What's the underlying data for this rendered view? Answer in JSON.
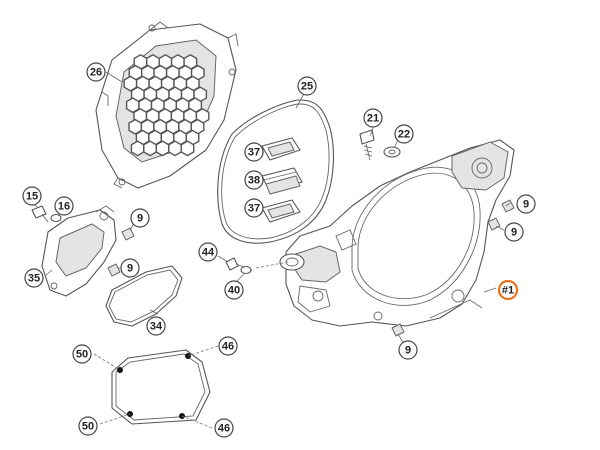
{
  "accent_color": "#e8731c",
  "callouts": [
    {
      "id": "c26",
      "label": "26"
    },
    {
      "id": "c25",
      "label": "25"
    },
    {
      "id": "c21",
      "label": "21"
    },
    {
      "id": "c22",
      "label": "22"
    },
    {
      "id": "c37a",
      "label": "37"
    },
    {
      "id": "c38",
      "label": "38"
    },
    {
      "id": "c37b",
      "label": "37"
    },
    {
      "id": "c15",
      "label": "15"
    },
    {
      "id": "c16",
      "label": "16"
    },
    {
      "id": "c9a",
      "label": "9"
    },
    {
      "id": "c9b",
      "label": "9"
    },
    {
      "id": "c9c",
      "label": "9"
    },
    {
      "id": "c9d",
      "label": "9"
    },
    {
      "id": "c9e",
      "label": "9"
    },
    {
      "id": "c35",
      "label": "35"
    },
    {
      "id": "c44",
      "label": "44"
    },
    {
      "id": "c40",
      "label": "40"
    },
    {
      "id": "c34",
      "label": "34"
    },
    {
      "id": "c1",
      "label": "#1",
      "highlight": true
    },
    {
      "id": "c50a",
      "label": "50"
    },
    {
      "id": "c46a",
      "label": "46"
    },
    {
      "id": "c50b",
      "label": "50"
    },
    {
      "id": "c46b",
      "label": "46"
    }
  ]
}
